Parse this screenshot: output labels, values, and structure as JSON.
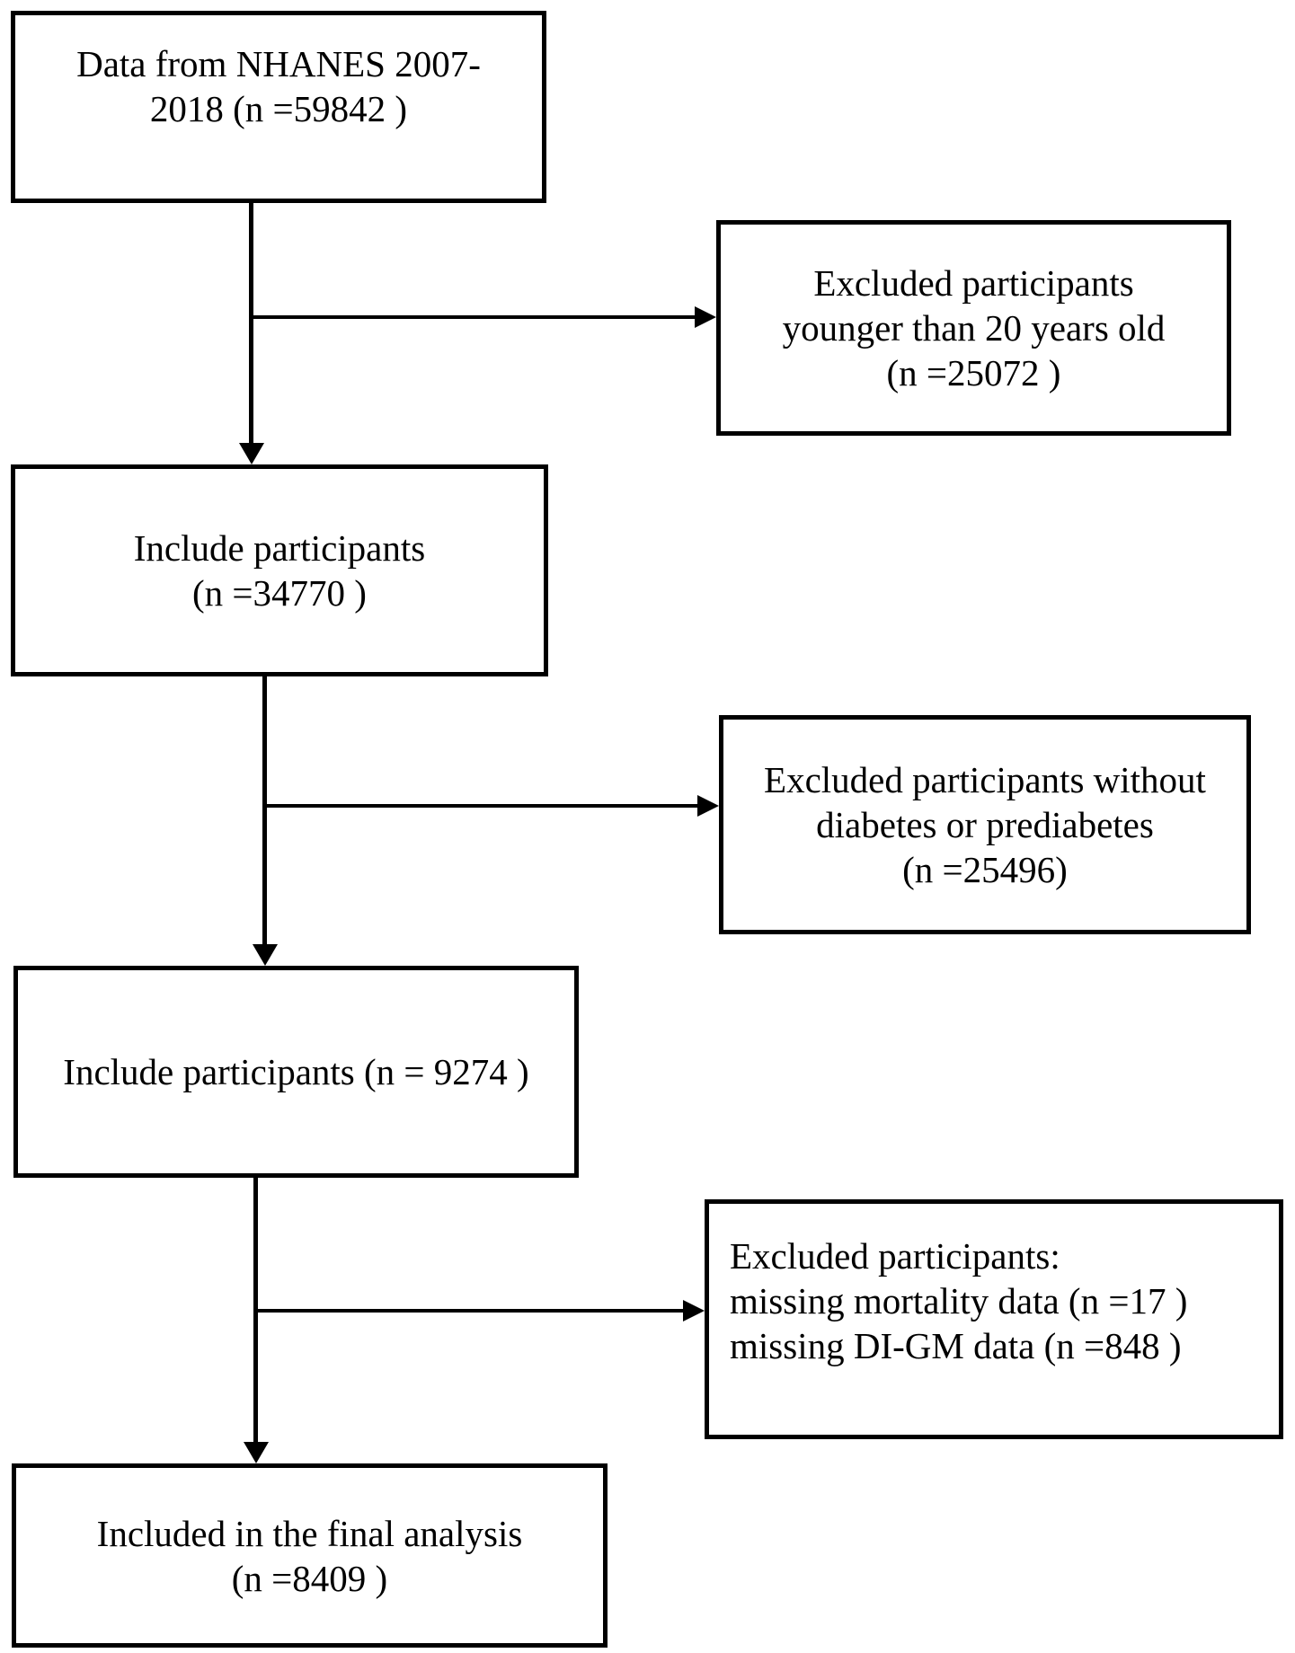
{
  "colors": {
    "background": "#ffffff",
    "line": "#000000",
    "text": "#000000"
  },
  "boxes": {
    "source": {
      "line1": "Data from NHANES 2007-",
      "line2": "2018 (n =59842 )"
    },
    "excluded_age": {
      "line1": "Excluded participants",
      "line2": "younger than 20 years old",
      "line3": "(n =25072 )"
    },
    "included_adults": {
      "line1": "Include participants",
      "line2": "(n =34770 )"
    },
    "excluded_diabetes": {
      "line1": "Excluded participants without",
      "line2": "diabetes or prediabetes",
      "line3": "(n =25496)"
    },
    "included_diabetes": {
      "line1": "Include participants (n = 9274 )"
    },
    "excluded_missing": {
      "line1": "Excluded participants:",
      "line2": "missing mortality data (n =17 )",
      "line3": "missing DI-GM data (n =848 )"
    },
    "final": {
      "line1": "Included in the final analysis",
      "line2": "(n =8409 )"
    }
  }
}
